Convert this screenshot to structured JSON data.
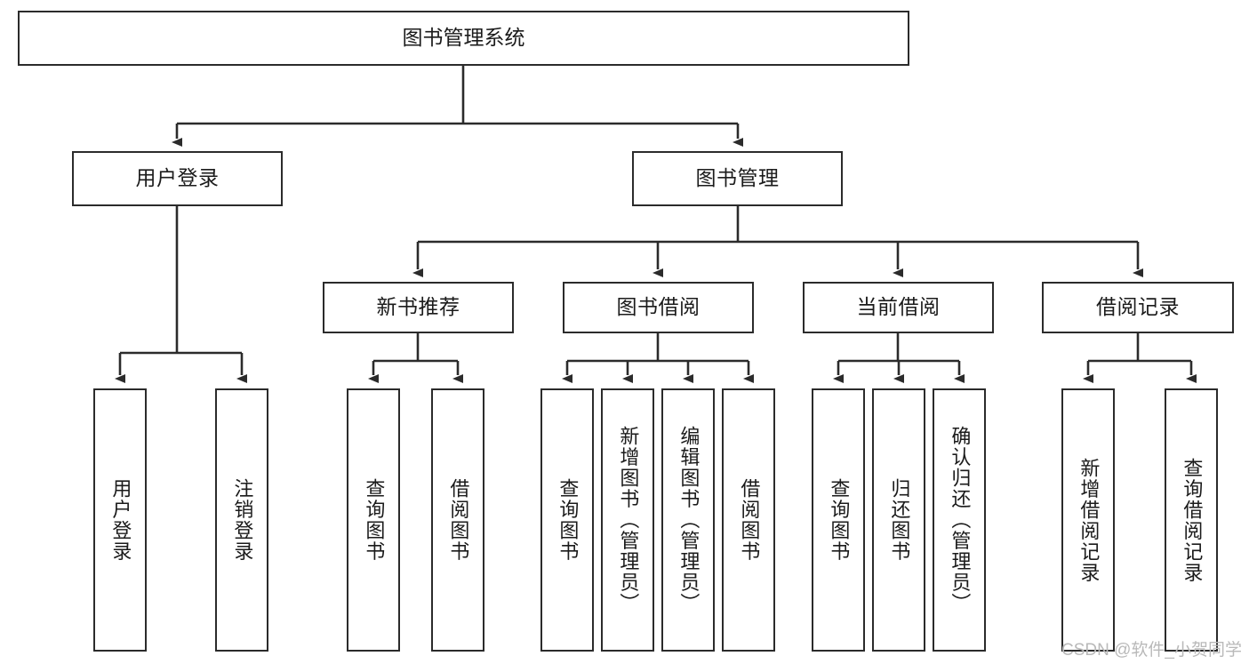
{
  "diagram": {
    "title": "图书管理系统",
    "watermark": "CSDN @软件_小贺同学",
    "line_color": "#2b2b2b",
    "box_border_color": "#2b2b2b",
    "box_fill": "#ffffff",
    "text_color": "#1b1b1b",
    "root": {
      "label": "图书管理系统"
    },
    "level2": [
      {
        "label": "用户登录"
      },
      {
        "label": "图书管理"
      }
    ],
    "level3": [
      {
        "label": "新书推荐"
      },
      {
        "label": "图书借阅"
      },
      {
        "label": "当前借阅"
      },
      {
        "label": "借阅记录"
      }
    ],
    "leaves": {
      "user_login": [
        {
          "label": "用户登录"
        },
        {
          "label": "注销登录"
        }
      ],
      "new_book_recommend": [
        {
          "label": "查询图书"
        },
        {
          "label": "借阅图书"
        }
      ],
      "book_borrow": [
        {
          "label": "查询图书"
        },
        {
          "label": "新增图书（管理员）"
        },
        {
          "label": "编辑图书（管理员）"
        },
        {
          "label": "借阅图书"
        }
      ],
      "current_borrow": [
        {
          "label": "查询图书"
        },
        {
          "label": "归还图书"
        },
        {
          "label": "确认归还（管理员）"
        }
      ],
      "borrow_record": [
        {
          "label": "新增借阅记录"
        },
        {
          "label": "查询借阅记录"
        }
      ]
    }
  }
}
